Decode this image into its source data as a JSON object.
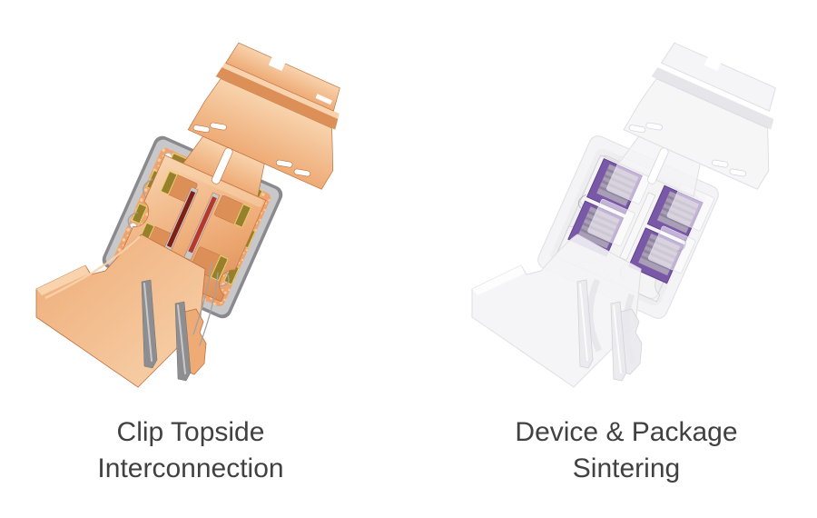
{
  "page": {
    "background": "#ffffff"
  },
  "figures": [
    {
      "name": "clip-topside-interconnection",
      "caption_line1": "Clip Topside",
      "caption_line2": "Interconnection",
      "illustration": "copper-clip-power-package-3d-render"
    },
    {
      "name": "device-package-sintering",
      "caption_line1": "Device & Package",
      "caption_line2": "Sintering",
      "illustration": "translucent-package-with-four-purple-sintered-dies-3d-render"
    }
  ],
  "colors": {
    "caption-text": "#414141",
    "copper-light": "#f8d3ad",
    "copper-mid": "#eeab76",
    "copper-deep": "#dd8f58",
    "copper-edge": "#bf7240",
    "copper-texture": "#efa46d",
    "copper-texture-dot": "#f9cfa6",
    "substrate-light": "#c8c8ca",
    "substrate-dark": "#8a8a8e",
    "die-gold": "#96802c",
    "die-gold-edge": "#e6d06e",
    "gate-red": "#b8382a",
    "gate-red-dark": "#801f15",
    "wire-gray": "#a2a2a4",
    "pin-gray": "#8e8e90",
    "pin-light": "#c9c9cb",
    "pin-dark": "#6f6f71",
    "screw-white": "#f5f5f5",
    "ghost-fill": "#f4f4f6",
    "ghost-mid": "#e9e9ed",
    "ghost-deep": "#d2d2d8",
    "ghost-edge": "#dfdfe4",
    "die-purple": "#7a58a8",
    "die-purple-dark": "#61428c",
    "die-purple-face": "#a89eb6",
    "die-purple-stripe": "#90859f"
  }
}
